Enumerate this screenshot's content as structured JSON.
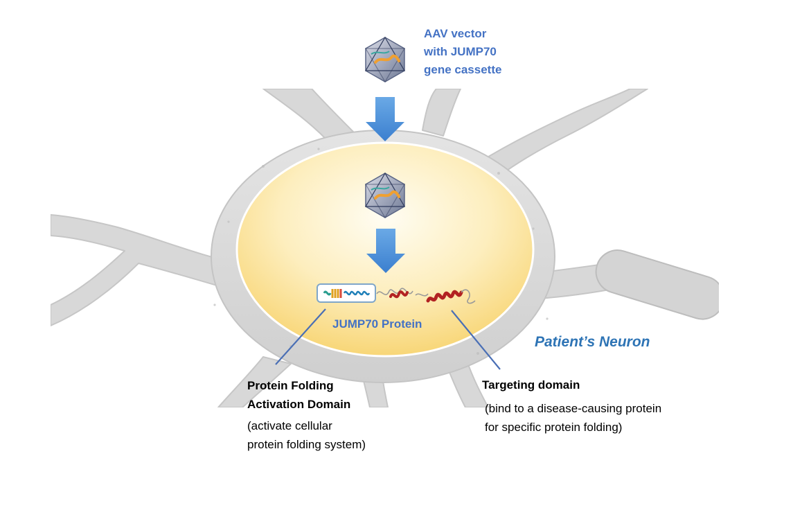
{
  "aav_label": "AAV vector\nwith JUMP70\ngene cassette",
  "protein_label": "JUMP70 Protein",
  "neuron_label": "Patient’s Neuron",
  "activation_domain": {
    "title": "Protein Folding\nActivation Domain",
    "description": "(activate cellular\nprotein folding system)"
  },
  "targeting_domain": {
    "title": "Targeting domain",
    "description": "(bind to a disease-causing protein\nfor specific protein folding)"
  },
  "colors": {
    "label_blue": "#4472c4",
    "neuron_title_blue": "#2e74b5",
    "arrow_blue": "#4a90d9",
    "connector_line": "#4a6fb5",
    "neuron_gray": "#d6d6d6",
    "nucleus_yellow": "#fbdc8c",
    "helix_red": "#b22222"
  },
  "icons": [
    "aav-capsid-icon",
    "down-arrow-icon",
    "protein-structure-icon"
  ]
}
